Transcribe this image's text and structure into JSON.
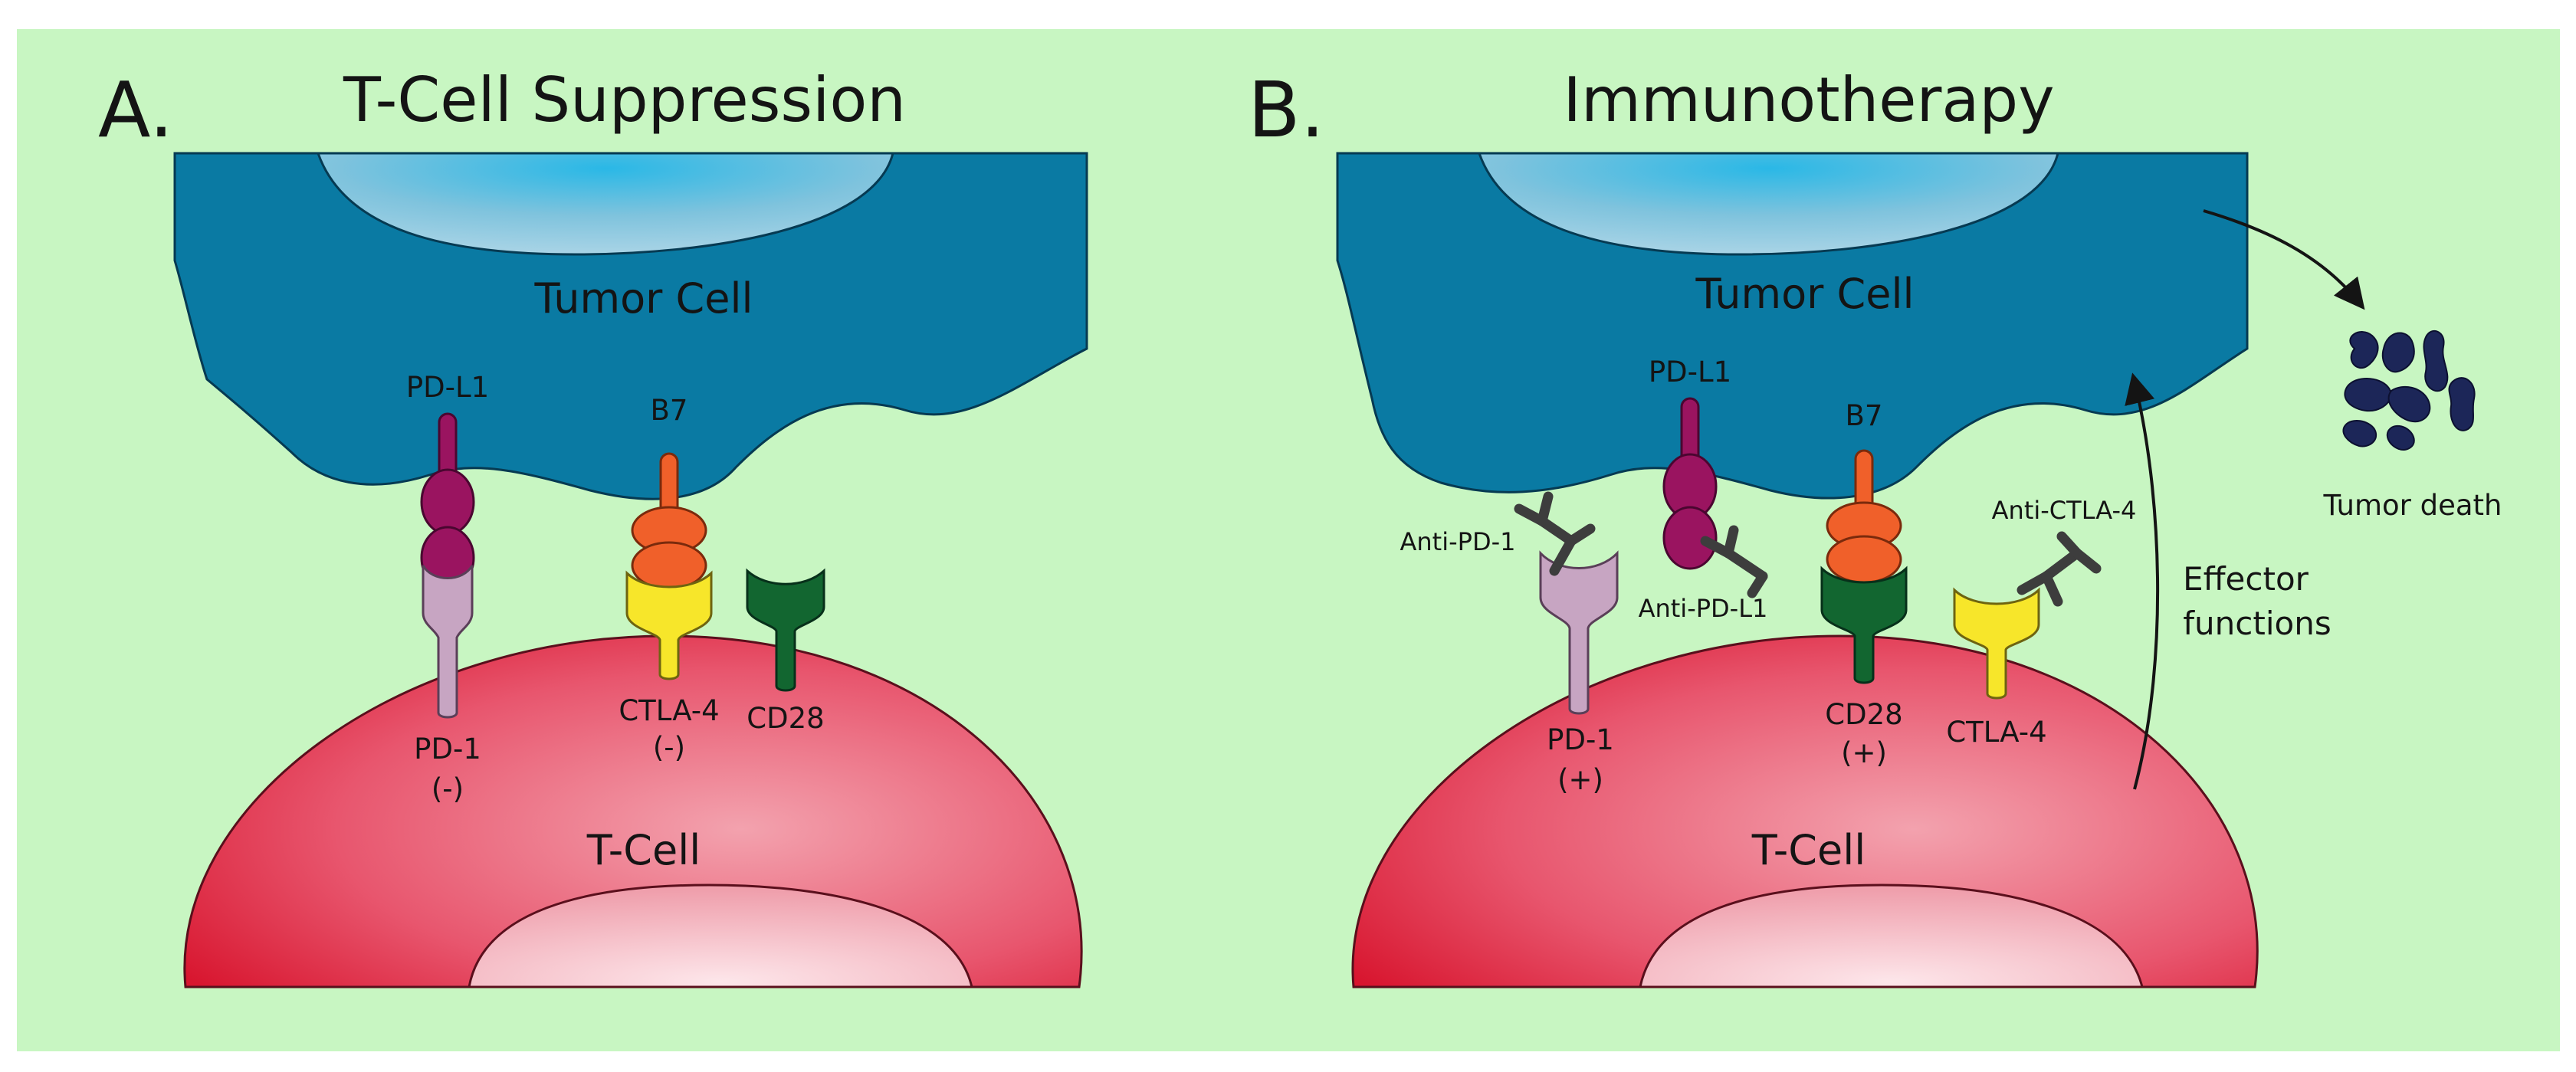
{
  "colors": {
    "background": "#c8f6c2",
    "tumor_cell": "#0a7aa3",
    "t_cell": "#e03550",
    "pd1": "#c7a5c2",
    "pdl1": "#9a1460",
    "b7": "#f0602a",
    "ctla4": "#f7e62a",
    "cd28": "#126630",
    "antibody": "#3d3d3d",
    "tumor_death": "#1c2658"
  },
  "panels": {
    "a": {
      "letter": "A.",
      "title": "T-Cell Suppression",
      "tumor_cell": "Tumor Cell",
      "t_cell": "T-Cell",
      "pdl1": "PD-L1",
      "b7": "B7",
      "pd1": "PD-1",
      "pd1_sign": "(-)",
      "ctla4": "CTLA-4",
      "ctla4_sign": "(-)",
      "cd28": "CD28"
    },
    "b": {
      "letter": "B.",
      "title": "Immunotherapy",
      "tumor_cell": "Tumor Cell",
      "t_cell": "T-Cell",
      "pdl1": "PD-L1",
      "b7": "B7",
      "pd1": "PD-1",
      "pd1_sign": "(+)",
      "cd28": "CD28",
      "cd28_sign": "(+)",
      "ctla4": "CTLA-4",
      "anti_pd1": "Anti-PD-1",
      "anti_pdl1": "Anti-PD-L1",
      "anti_ctla4": "Anti-CTLA-4",
      "effector_line1": "Effector",
      "effector_line2": "functions",
      "tumor_death": "Tumor death"
    }
  }
}
